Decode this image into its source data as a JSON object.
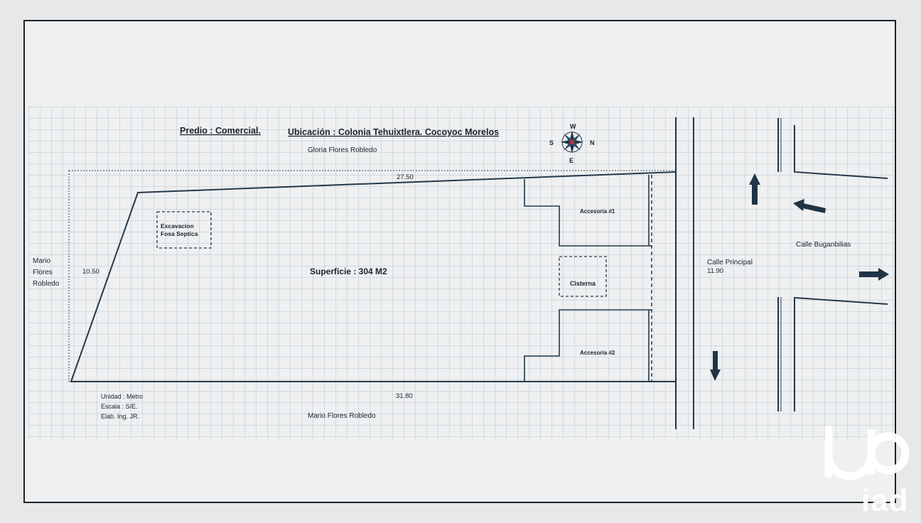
{
  "header": {
    "predio": "Predio : Comercial.",
    "ubicacion": "Ubicación : Colonia Tehuixtlera. Cocoyoc Morelos"
  },
  "compass": {
    "north": "N",
    "south": "S",
    "east": "E",
    "west": "W"
  },
  "neighbors": {
    "top": "Gloria Flores Robledo",
    "left_line1": "Mario",
    "left_line2": "Flores",
    "left_line3": "Robledo",
    "bottom": "Mario Flores Robledo"
  },
  "dimensions": {
    "top": "27.50",
    "left": "10.50",
    "bottom": "31.80",
    "right": "11.90"
  },
  "areas": {
    "superficie": "Superficie : 304 M2",
    "excavacion_line1": "Excavacion",
    "excavacion_line2": "Fosa Septica",
    "accesoria1": "Accesoria #1",
    "accesoria2": "Accesoria #2",
    "cisterna": "Cisterna"
  },
  "notes": {
    "unidad": "Unidad : Metro",
    "escala": "Escala : S/E.",
    "elab": "Elab. Ing. JR."
  },
  "streets": {
    "principal": "Calle Principal",
    "buganbilias": "Calle Buganbilias"
  },
  "watermark": {
    "text": "iad"
  },
  "colors": {
    "line": "#24394b",
    "grid": "#b9c1c7",
    "frame": "#1e2226",
    "arrow": "#1f3446"
  }
}
